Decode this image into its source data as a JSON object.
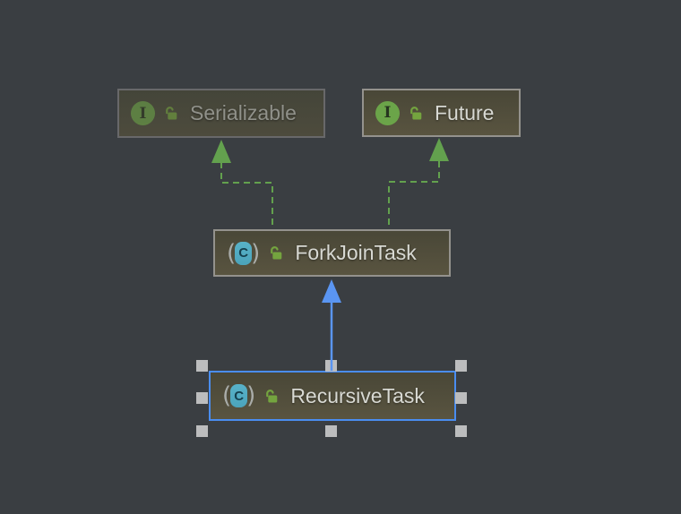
{
  "nodes": {
    "serializable": {
      "label": "Serializable",
      "type": "interface",
      "icon_letter": "I",
      "access_icon": "unlocked-padlock",
      "state": "dimmed"
    },
    "future": {
      "label": "Future",
      "type": "interface",
      "icon_letter": "I",
      "access_icon": "unlocked-padlock",
      "state": "normal"
    },
    "forkjointask": {
      "label": "ForkJoinTask",
      "type": "abstract-class",
      "icon_letter": "C",
      "access_icon": "unlocked-padlock",
      "state": "normal"
    },
    "recursivetask": {
      "label": "RecursiveTask",
      "type": "abstract-class",
      "icon_letter": "C",
      "access_icon": "unlocked-padlock",
      "state": "selected"
    }
  },
  "edges": [
    {
      "from": "ForkJoinTask",
      "to": "Serializable",
      "relation": "implements",
      "style": "dashed"
    },
    {
      "from": "ForkJoinTask",
      "to": "Future",
      "relation": "implements",
      "style": "dashed"
    },
    {
      "from": "RecursiveTask",
      "to": "ForkJoinTask",
      "relation": "extends",
      "style": "solid"
    }
  ],
  "colors": {
    "background": "#3a3e42",
    "node_fill_top": "#494737",
    "node_fill_bottom": "#595440",
    "node_border": "#94928d",
    "node_border_dim": "#68686a",
    "selection_border": "#4a8df0",
    "selection_handle": "#bcbdbe",
    "implements_arrow": "#63a14e",
    "extends_arrow": "#5a95f2",
    "label": "#d8d9d3",
    "label_dim": "#90918a",
    "interface_icon": "#6ba449",
    "abstract_icon": "#4ba4bb",
    "padlock": "#74a43f"
  }
}
